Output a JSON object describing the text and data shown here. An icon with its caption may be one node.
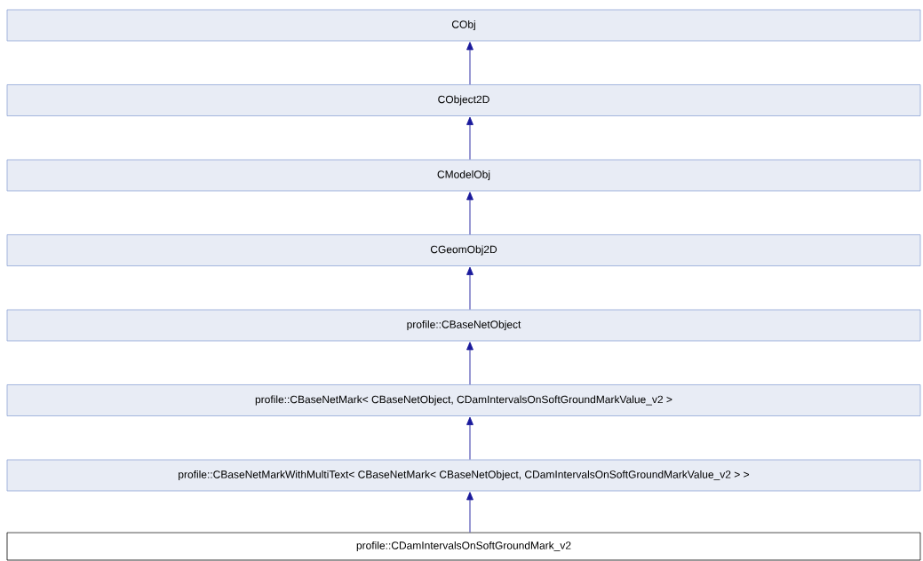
{
  "diagram": {
    "nodes": [
      {
        "text": [
          "CObj"
        ]
      },
      {
        "text": [
          "CObject2D"
        ]
      },
      {
        "text": [
          "CModelObj"
        ]
      },
      {
        "text": [
          "CGeomObj2D"
        ]
      },
      {
        "text": [
          "profile::CBaseNetObject"
        ]
      },
      {
        "text": [
          "profile::CBaseNetMark< CBaseNetObject, CDamIntervalsOnSoftGroundMarkValue_v2 >"
        ]
      },
      {
        "text": [
          "profile::CBaseNetMarkWithMultiText< CBaseNetMark< CBaseNetObject, CDamIntervalsOnSoftGroundMarkValue_v2 > >"
        ]
      },
      {
        "text": [
          "profile::CDamIntervalsOnSoftGroundMark_v2"
        ]
      }
    ],
    "edges": [
      {
        "from": 1,
        "to": 0,
        "arrow": "to"
      },
      {
        "from": 2,
        "to": 1,
        "arrow": "to"
      },
      {
        "from": 3,
        "to": 2,
        "arrow": "to"
      },
      {
        "from": 4,
        "to": 3,
        "arrow": "to"
      },
      {
        "from": 5,
        "to": 4,
        "arrow": "to"
      },
      {
        "from": 6,
        "to": 5,
        "arrow": "to"
      },
      {
        "from": 7,
        "to": 6,
        "arrow": "to"
      }
    ]
  }
}
